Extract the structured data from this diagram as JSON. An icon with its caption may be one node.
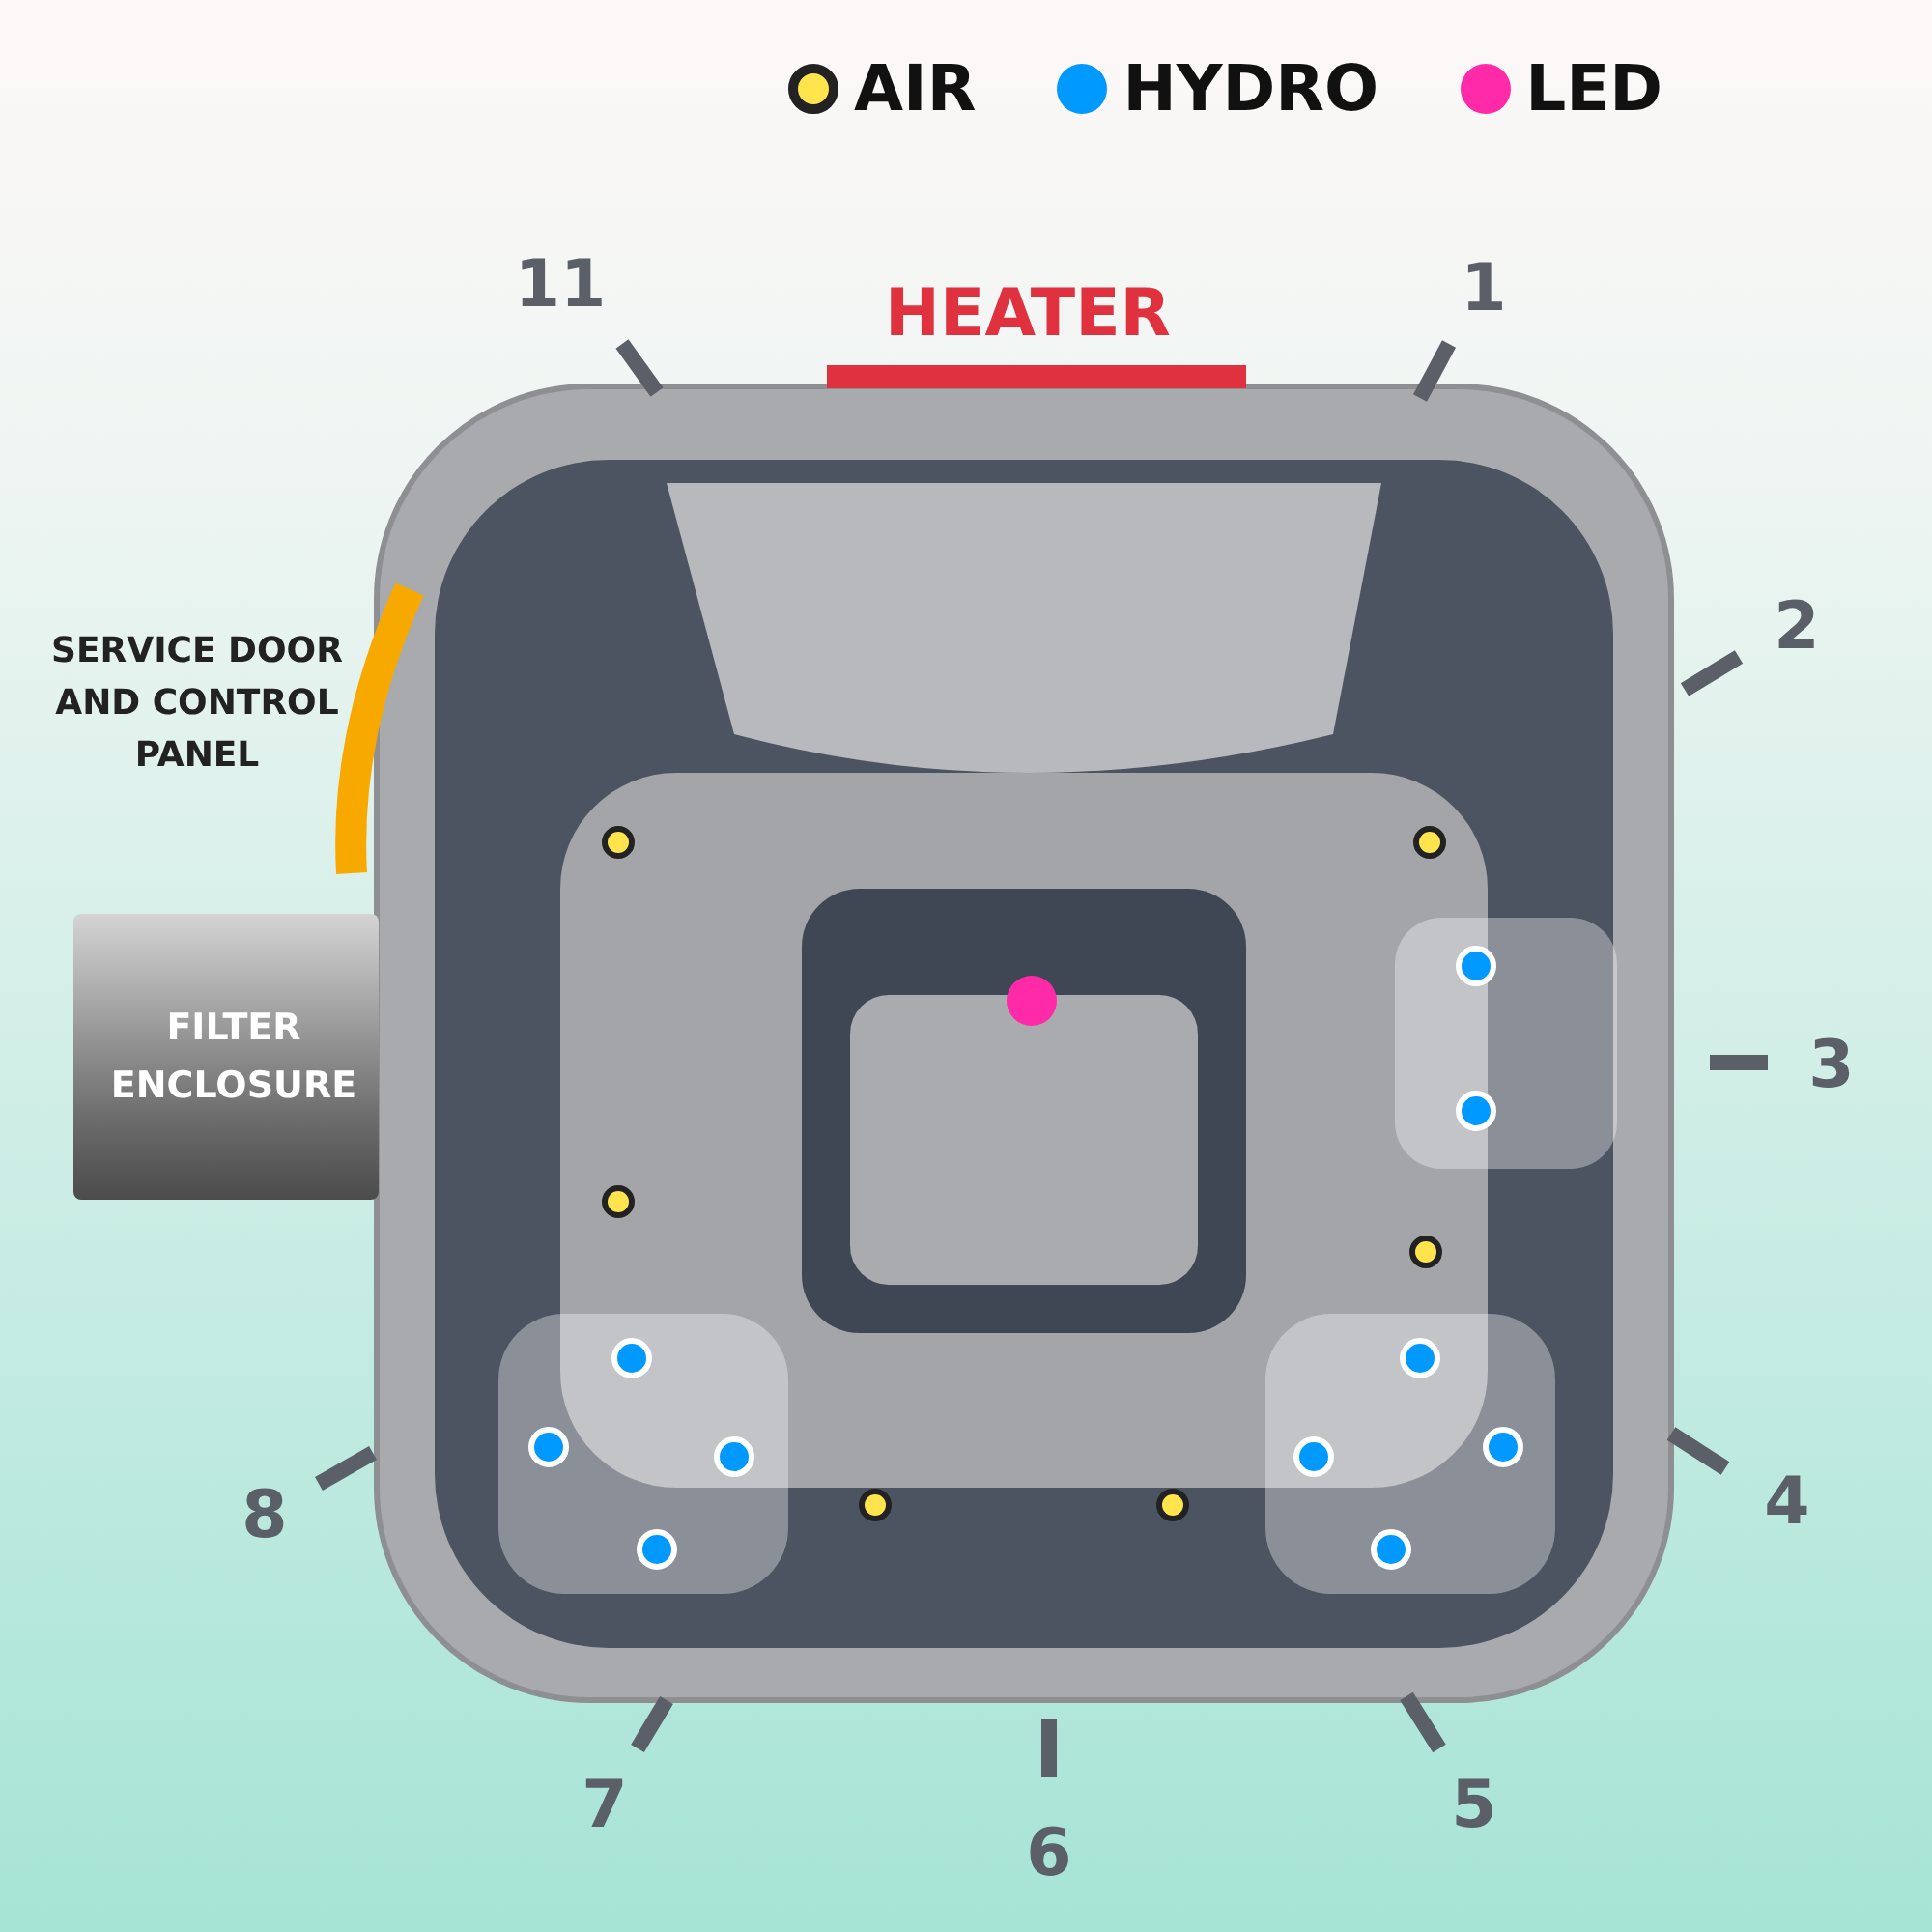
{
  "diagram": {
    "nodes": [
      {
        "text": [
          "FILTER ENCLOSURE"
        ]
      }
    ],
    "edges": [],
    "labels": [
      "HEATER",
      "11",
      "1",
      "2",
      "SERVICE DOOR AND CONTROL PANEL",
      "3",
      "8",
      "4",
      "7",
      "6",
      "5"
    ],
    "legend": [
      {
        "text": "AIR",
        "color": "#ffe44d"
      },
      {
        "text": "HYDRO",
        "color": "#0099ff"
      },
      {
        "text": "LED",
        "color": "#ff2aa8"
      }
    ]
  }
}
